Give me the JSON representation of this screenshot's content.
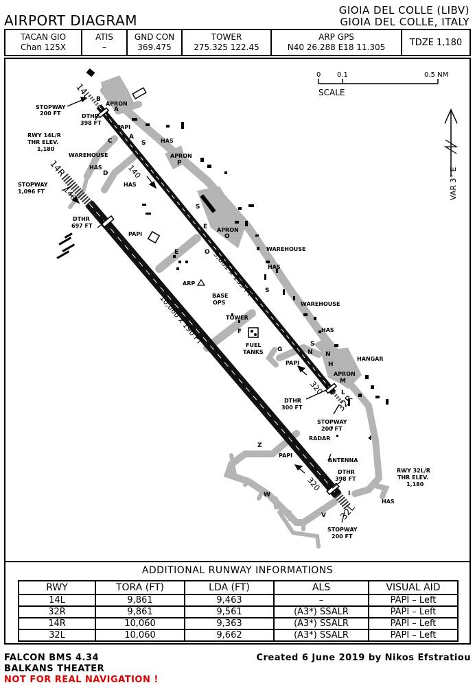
{
  "header": {
    "title": "AIRPORT DIAGRAM",
    "location_line1": "GIOIA DEL COLLE (LIBV)",
    "location_line2": "GIOIA DEL COLLE, ITALY"
  },
  "frequencies": [
    {
      "label": "TACAN GIO",
      "value": "Chan 125X"
    },
    {
      "label": "ATIS",
      "value": "–"
    },
    {
      "label": "GND CON",
      "value": "369.475"
    },
    {
      "label": "TOWER",
      "value": "275.325 122.45"
    },
    {
      "label": "ARP GPS",
      "value": "N40 26.288 E18 11.305"
    },
    {
      "label": "TDZE 1,180",
      "value": ""
    }
  ],
  "map": {
    "scale_labels": [
      "0",
      "0.1",
      "0.5 NM"
    ],
    "scale_title": "SCALE",
    "var_label": "VAR 3° E",
    "runway_dims_inner": "9,861 x 133 FT",
    "runway_dims_outer": "10,060 x 190 FT",
    "rwy_14L": "14L",
    "rwy_14R": "14R",
    "rwy_32L": "32L",
    "rwy_32R": "32R",
    "hdg_140": "140",
    "hdg_320": "320",
    "stopway_14l": [
      "STOPWAY",
      "200 FT"
    ],
    "stopway_14r": [
      "STOPWAY",
      "1,096 FT"
    ],
    "stopway_32r": [
      "STOPWAY",
      "200 FT"
    ],
    "stopway_32l": [
      "STOPWAY",
      "200 FT"
    ],
    "dthr_14l": [
      "DTHR",
      "398 FT"
    ],
    "dthr_14r": [
      "DTHR",
      "697 FT"
    ],
    "dthr_32r": [
      "DTHR",
      "300 FT"
    ],
    "dthr_32l": [
      "DTHR",
      "398 FT"
    ],
    "thr_elev_14": [
      "RWY 14L/R",
      "THR ELEV.",
      "1,180"
    ],
    "thr_elev_32": [
      "RWY 32L/R",
      "THR ELEV.",
      "1,180"
    ],
    "apron": "APRON",
    "warehouse": "WAREHOUSE",
    "has": "HAS",
    "papi": "PAPI",
    "arp": "ARP",
    "base_ops": [
      "BASE",
      "OPS"
    ],
    "tower": "TOWER",
    "fuel_tanks": [
      "FUEL",
      "TANKS"
    ],
    "hangar": "HANGAR",
    "radar": "RADAR",
    "antenna": "ANTENNA",
    "taxiways": {
      "A": "A",
      "B": "B",
      "C": "C",
      "D": "D",
      "E": "E",
      "F": "F",
      "G": "G",
      "H": "H",
      "I": "I",
      "L": "L",
      "M": "M",
      "N": "N",
      "O": "O",
      "P": "P",
      "S": "S",
      "V": "V",
      "W": "W",
      "Z": "Z"
    }
  },
  "table": {
    "title": "ADDITIONAL RUNWAY INFORMATIONS",
    "headers": [
      "RWY",
      "TORA (FT)",
      "LDA (FT)",
      "ALS",
      "VISUAL AID"
    ],
    "rows": [
      [
        "14L",
        "9,861",
        "9,463",
        "–",
        "PAPI – Left"
      ],
      [
        "32R",
        "9,861",
        "9,561",
        "(A3*) SSALR",
        "PAPI – Left"
      ],
      [
        "14R",
        "10,060",
        "9,363",
        "(A3*) SSALR",
        "PAPI – Left"
      ],
      [
        "32L",
        "10,060",
        "9,662",
        "(A3*) SSALR",
        "PAPI – Left"
      ]
    ]
  },
  "footer": {
    "line1": "FALCON BMS 4.34",
    "line2": "BALKANS THEATER",
    "warning": "NOT FOR REAL NAVIGATION !",
    "credit": "Created 6 June 2019 by Nikos Efstratiou"
  },
  "colors": {
    "runway": "#111111",
    "taxiway": "#b4b4b4",
    "warning": "#e00000"
  }
}
